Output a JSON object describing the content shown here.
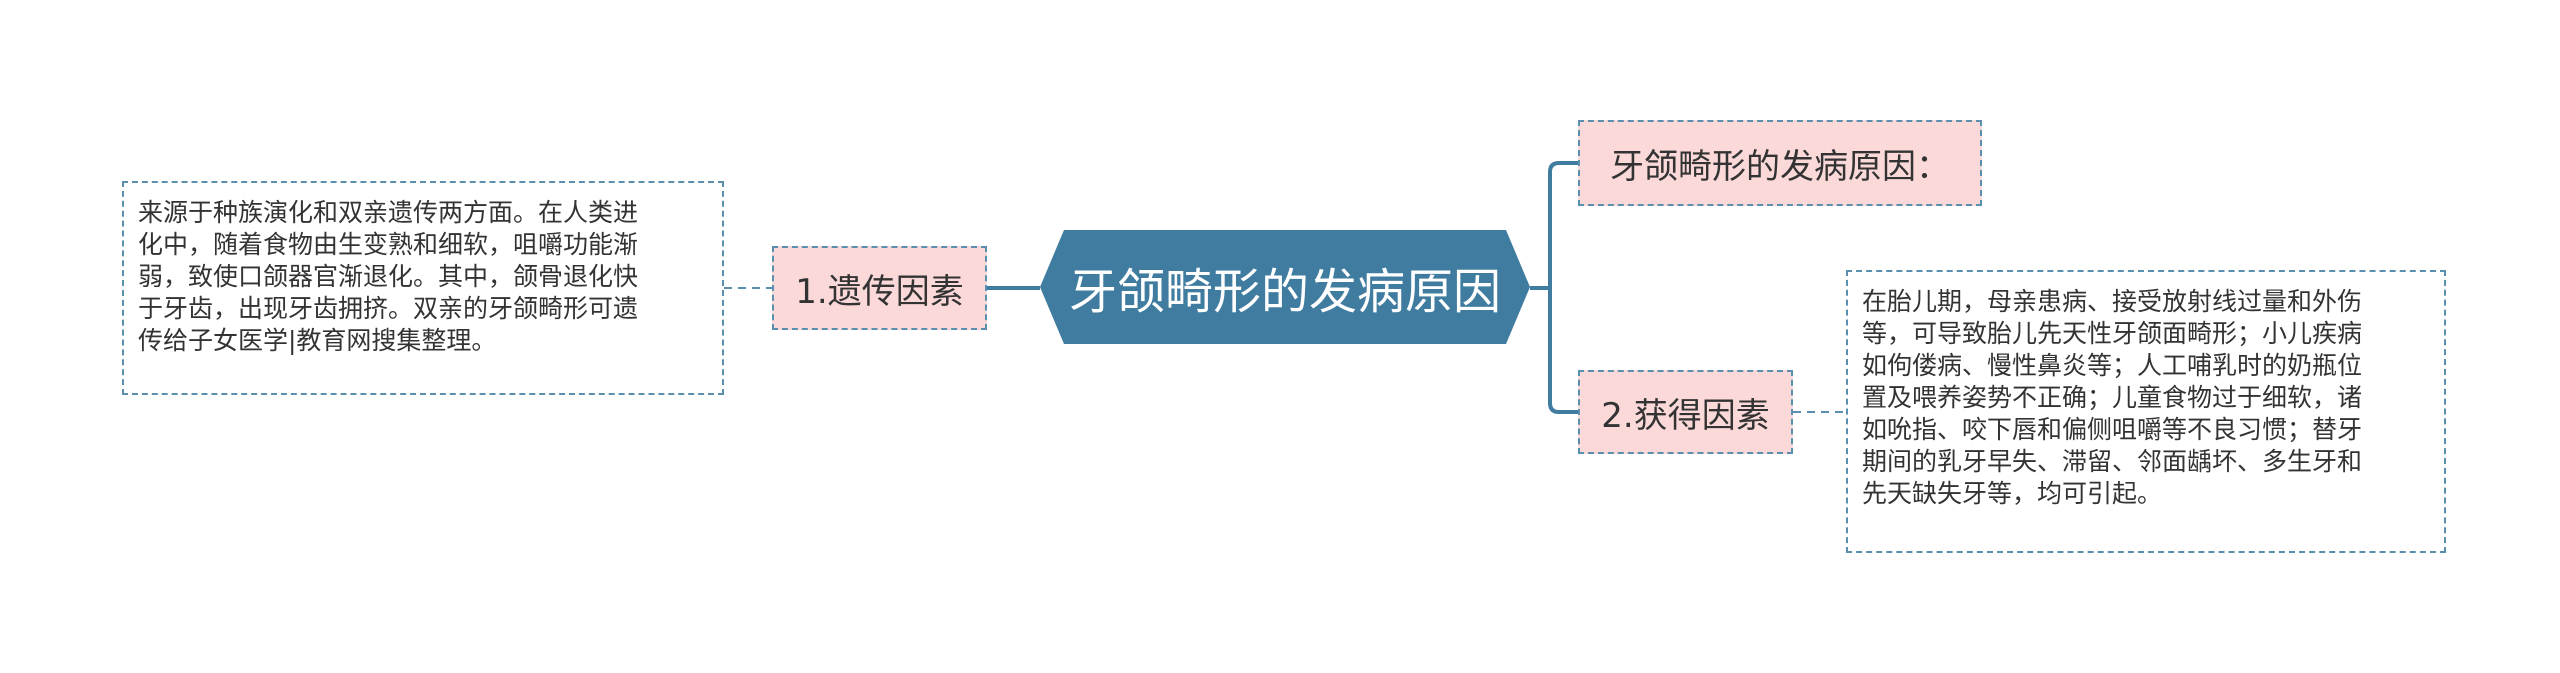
{
  "center": {
    "title": "牙颌畸形的发病原因"
  },
  "branches": {
    "genetic": {
      "label": "1.遗传因素",
      "detail_lines": [
        "来源于种族演化和双亲遗传两方面。在人类进",
        "化中，随着食物由生变熟和细软，咀嚼功能渐",
        "弱，致使口颌器官渐退化。其中，颌骨退化快",
        "于牙齿，出现牙齿拥挤。双亲的牙颌畸形可遗",
        "传给子女医学|教育网搜集整理。"
      ]
    },
    "cause": {
      "label": "牙颌畸形的发病原因："
    },
    "acquired": {
      "label": "2.获得因素",
      "detail_lines": [
        "在胎儿期，母亲患病、接受放射线过量和外伤",
        "等，可导致胎儿先天性牙颌面畸形；小儿疾病",
        "如佝偻病、慢性鼻炎等；人工哺乳时的奶瓶位",
        "置及喂养姿势不正确；儿童食物过于细软，诸",
        "如吮指、咬下唇和偏侧咀嚼等不良习惯；替牙",
        "期间的乳牙早失、滞留、邻面龋坏、多生牙和",
        "先天缺失牙等，均可引起。"
      ]
    }
  },
  "colors": {
    "center_fill": "#3f7ca0",
    "node_fill": "#fbd9d9",
    "border": "#5a8fb0"
  }
}
